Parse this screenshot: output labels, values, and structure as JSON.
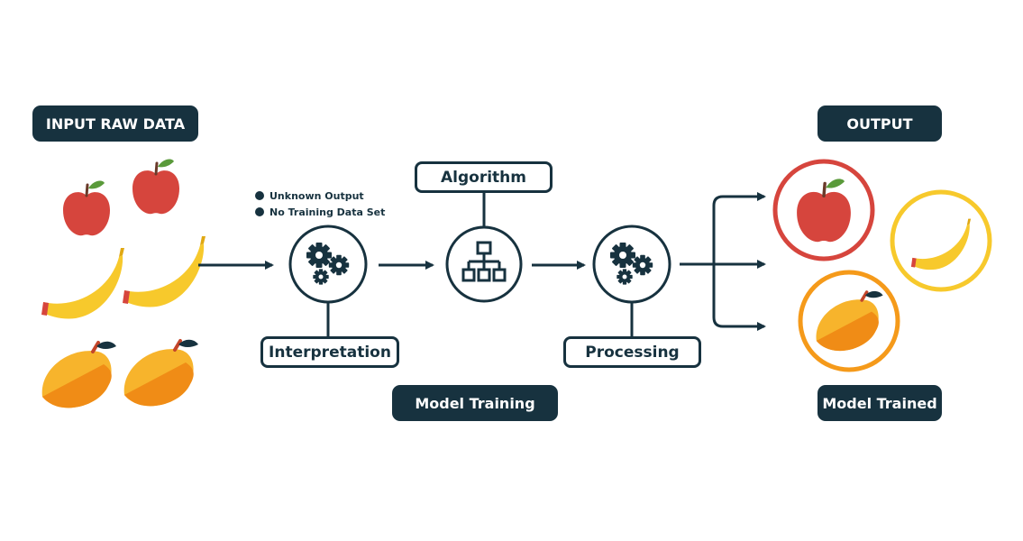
{
  "labels": {
    "input": "INPUT RAW DATA",
    "output": "OUTPUT",
    "algorithm": "Algorithm",
    "interpretation": "Interpretation",
    "processing": "Processing",
    "model_training": "Model Training",
    "model_trained": "Model Trained"
  },
  "notes": [
    "Unknown Output",
    "No Training Data Set"
  ],
  "colors": {
    "navy": "#17323f",
    "apple": "#d6453d",
    "banana": "#f7c92c",
    "mango": "#f6a21e",
    "ring_red": "#d6453d",
    "ring_yellow": "#f7c92c",
    "ring_orange": "#f59a1a"
  },
  "icons": [
    "gears-icon",
    "flowchart-icon",
    "apple-icon",
    "banana-icon",
    "mango-icon"
  ]
}
